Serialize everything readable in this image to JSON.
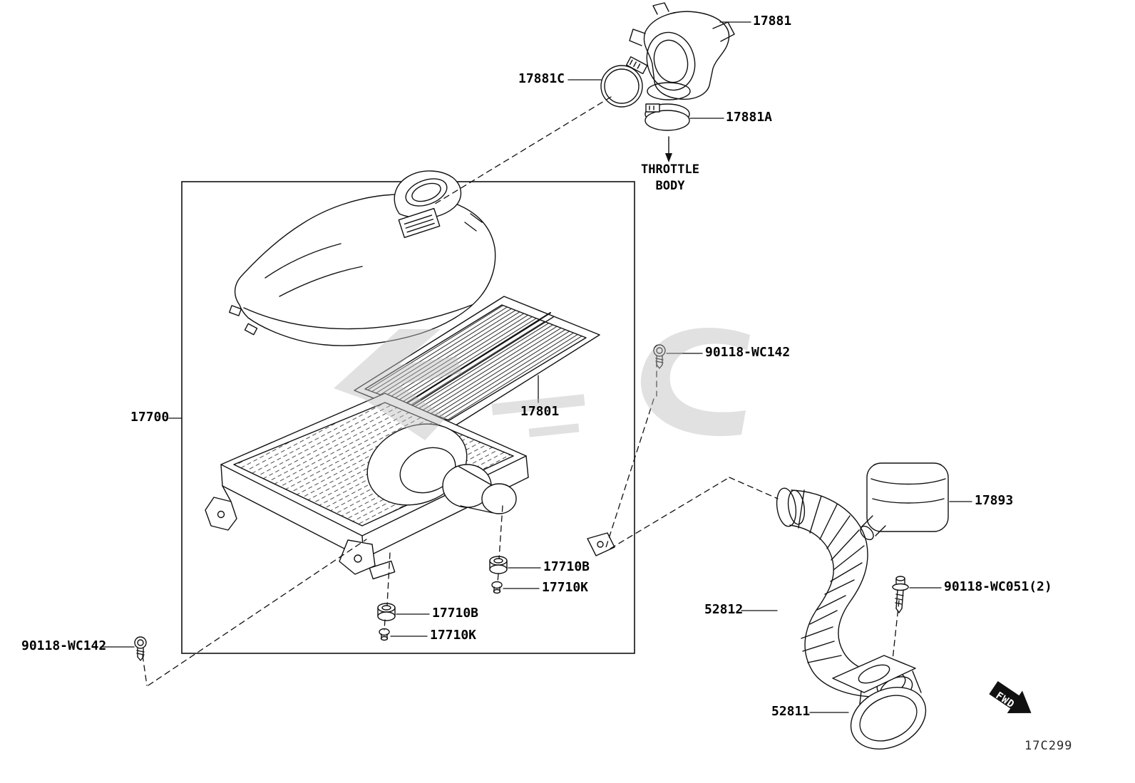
{
  "diagram": {
    "code": "17C299",
    "fwd": "FWD",
    "throttle_body_line1": "THROTTLE",
    "throttle_body_line2": "BODY"
  },
  "labels": {
    "p17881": "17881",
    "p17881c": "17881C",
    "p17881a": "17881A",
    "bolt_top": "90118-WC142",
    "p17700": "17700",
    "p17801": "17801",
    "p17710b_right": "17710B",
    "p17710k_right": "17710K",
    "p17710b_bottom": "17710B",
    "p17710k_bottom": "17710K",
    "bolt_left": "90118-WC142",
    "p17893": "17893",
    "p52812": "52812",
    "bolt_051": "90118-WC051(2)",
    "p52811": "52811"
  },
  "colors": {
    "background": "#ffffff",
    "line": "#111111",
    "watermark": "#bdbdbd"
  }
}
